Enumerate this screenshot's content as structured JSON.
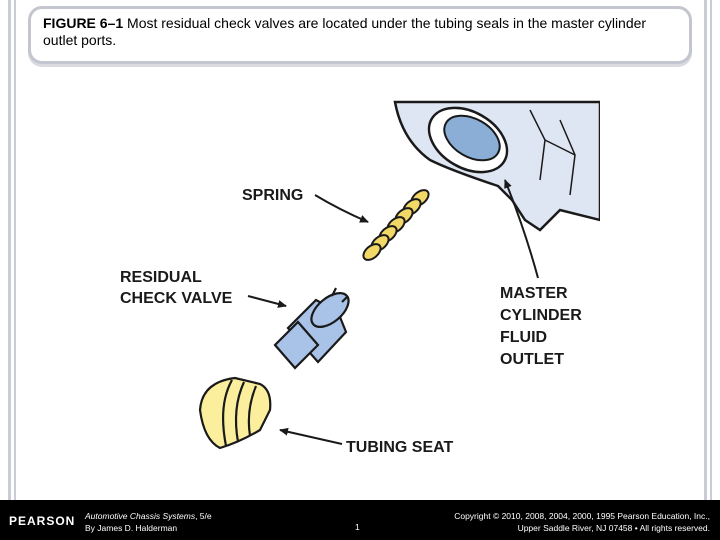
{
  "caption": {
    "label": "FIGURE 6–1",
    "text": " Most residual check valves are located under the tubing seals in the master cylinder outlet ports."
  },
  "figure": {
    "labels": {
      "spring": "SPRING",
      "residual_1": "RESIDUAL",
      "residual_2": "CHECK VALVE",
      "outlet_1": "MASTER",
      "outlet_2": "CYLINDER",
      "outlet_3": "FLUID",
      "outlet_4": "OUTLET",
      "tubing_seat": "TUBING SEAT"
    },
    "colors": {
      "cylinder_body": "#dfe6f3",
      "outlet_fluid": "#8aaed6",
      "spring": "#f2d867",
      "check_valve": "#a9c2e8",
      "tubing_seat": "#fbef9e",
      "outline": "#1a1a1a"
    }
  },
  "footer": {
    "brand": "PEARSON",
    "book_title": "Automotive Chassis Systems",
    "book_edition": ", 5/e",
    "author": "By James D. Halderman",
    "page_number": "1",
    "copyright_1": "Copyright © 2010, 2008, 2004, 2000, 1995 Pearson Education, Inc.,",
    "copyright_2": "Upper Saddle River, NJ 07458 • All rights reserved."
  }
}
